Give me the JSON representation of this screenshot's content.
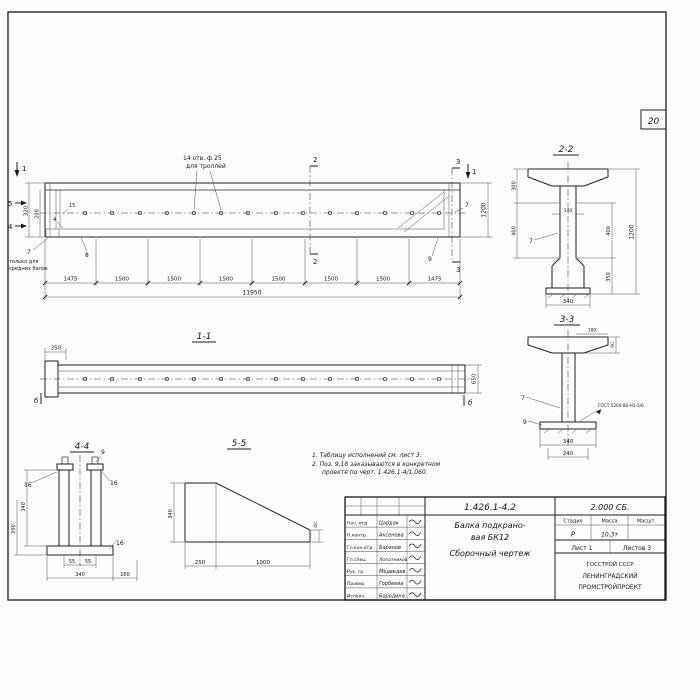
{
  "page_number": "20",
  "main_view": {
    "callout_holes_1": "14 отв. ф 25",
    "callout_holes_2": "для троллей",
    "note_left_1": "только для",
    "note_left_2": "средних балок",
    "segment_dims": [
      "1475",
      "1500",
      "1500",
      "1500",
      "1500",
      "1500",
      "1500",
      "1475"
    ],
    "total_dim": "11950",
    "dim_320": "320",
    "dim_200": "200",
    "dim_15": "15",
    "dim_1200": "1200",
    "pos_7_left": "7",
    "pos_8": "8",
    "pos_9": "9",
    "pos_7_right": "7",
    "cut_1_left": "1",
    "cut_1_right": "1",
    "cut_2_top": "2",
    "cut_2_bottom": "2",
    "cut_3_top": "3",
    "cut_3_bottom": "3",
    "cut_4": "4",
    "cut_4_inner": "4",
    "cut_5": "5"
  },
  "section_2_2": {
    "label": "2-2",
    "dim_300": "300",
    "dim_400_left": "400",
    "dim_140": "140",
    "dim_1200": "1200",
    "dim_400_right": "400",
    "dim_350": "350",
    "dim_340": "340",
    "pos_7": "7"
  },
  "section_3_3": {
    "label": "3-3",
    "dim_90": "90",
    "dim_180": "180",
    "pos_7": "7",
    "pos_9": "9",
    "weld_note": "ГОСТ 5264-80-Н1-5/6",
    "dim_340": "340",
    "dim_240": "240"
  },
  "view_1_1": {
    "label": "1-1",
    "dim_350": "350",
    "dim_650": "650",
    "cut_b_left": "б",
    "cut_b_right": "б"
  },
  "view_4_4": {
    "label": "4-4",
    "pos_9": "9",
    "pos_16_a": "16",
    "pos_16_b": "16",
    "pos_16_c": "16",
    "dim_340_left": "340",
    "dim_200": "200",
    "dim_55_a": "55",
    "dim_55_b": "55",
    "dim_340_bottom": "340",
    "dim_160": "160"
  },
  "view_5_5": {
    "label": "5-5",
    "dim_340": "340",
    "dim_40": "40",
    "dim_250": "250",
    "dim_1000": "1000"
  },
  "notes": {
    "line1": "1. Таблицу исполнений см. лист 3.",
    "line2": "2. Поз. 9,18 заказываются в конкретном",
    "line3": "проекте по черт. 1.426.1-4/1.060."
  },
  "title_block": {
    "doc_number": "1.426.1-4.2",
    "doc_code": "2.000 СБ.",
    "title_1": "Балка подкрано-",
    "title_2": "вая  БК12",
    "title_3": "Сборочный  чертеж",
    "col_stage": "Стадия",
    "col_mass": "Масса",
    "col_scale": "Масшт.",
    "stage": "Р",
    "mass": "10,3т",
    "sheet": "Лист 1",
    "sheets": "Листов 3",
    "org_1": "ГОССТРОЙ СССР",
    "org_2": "ЛЕНИНГРАДСКИЙ",
    "org_3": "ПРОМСТРОЙПРОЕКТ",
    "signatures": [
      {
        "role": "Нач. отд",
        "name": "Цардак"
      },
      {
        "role": "Н.контр.",
        "name": "Аксенова"
      },
      {
        "role": "Гл.кон.отд",
        "name": "Баранов"
      },
      {
        "role": "Гл.спец.",
        "name": "Лопатников"
      },
      {
        "role": "Рук. гр.",
        "name": "Медведев"
      },
      {
        "role": "Провер.",
        "name": "Горбеева"
      },
      {
        "role": "Исполн.",
        "name": "Бородина"
      }
    ]
  }
}
